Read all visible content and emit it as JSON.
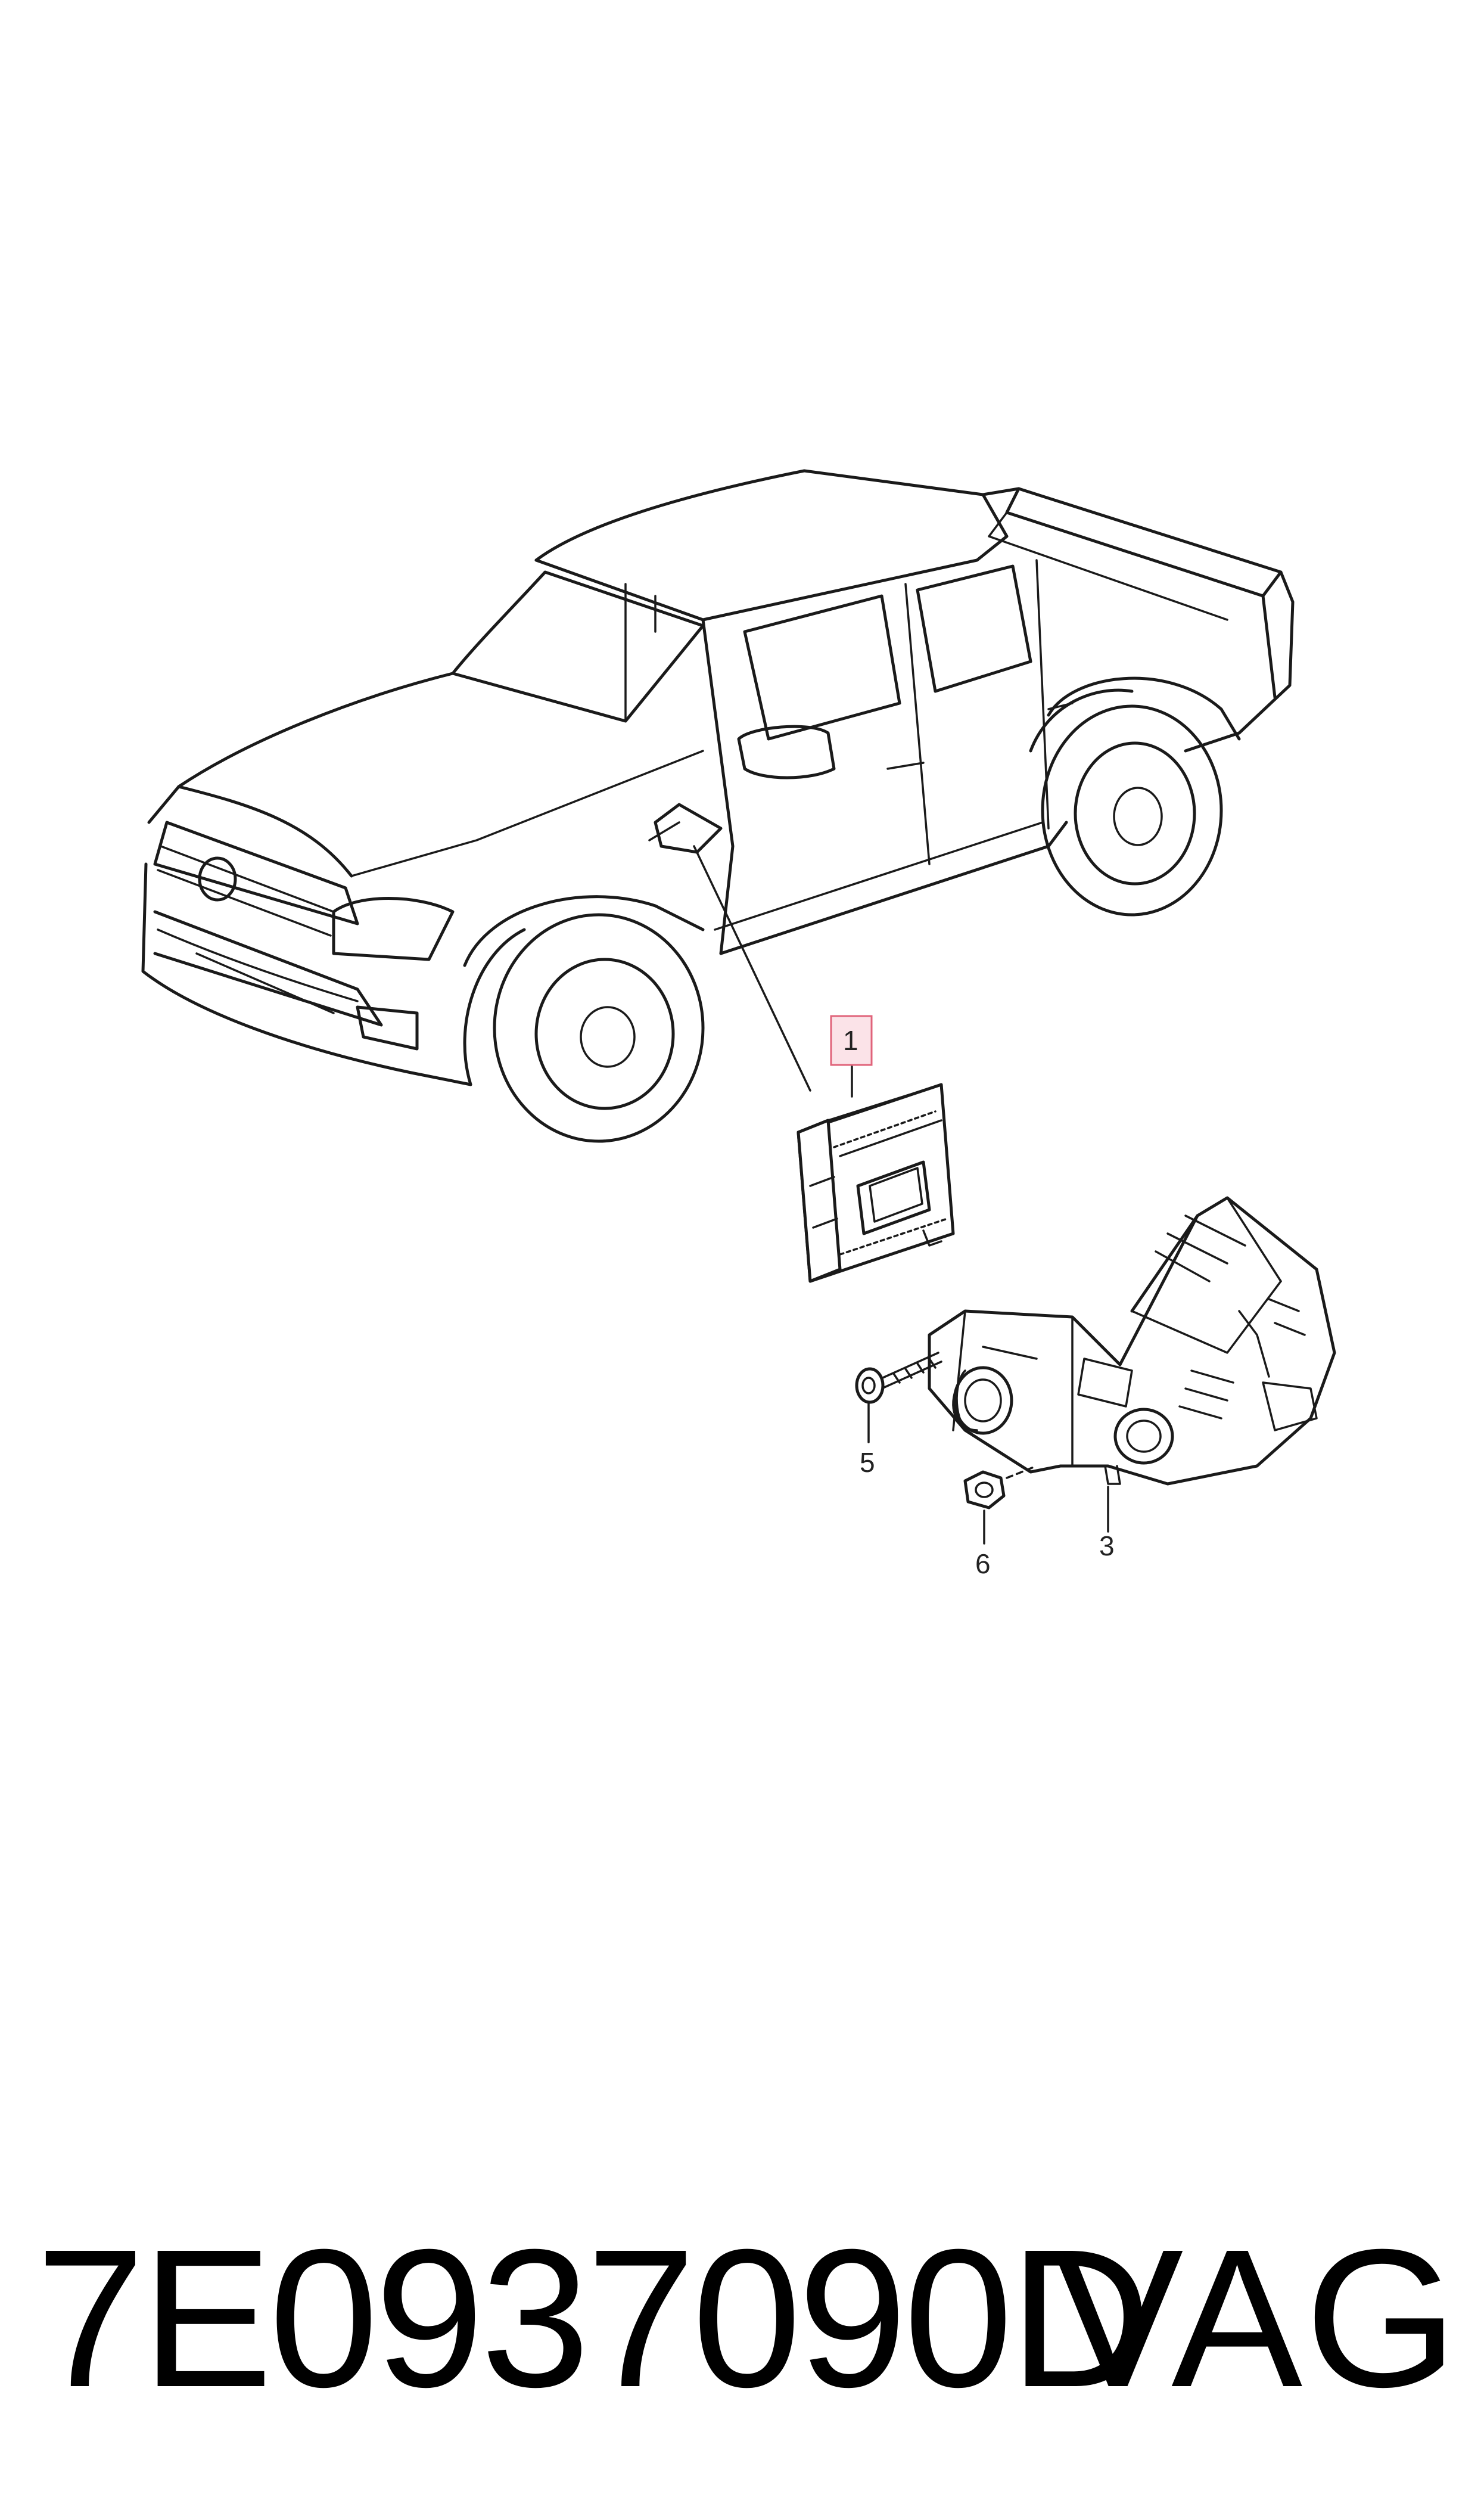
{
  "callouts": {
    "item_1": "1",
    "item_3": "3",
    "item_5": "5",
    "item_6": "6"
  },
  "footer": {
    "part_number": "7E0937090D",
    "brand": "VAG"
  },
  "colors": {
    "line": "#1a1a1a",
    "highlight_box_border": "#e0637a",
    "highlight_box_fill": "#fbe3e8"
  }
}
